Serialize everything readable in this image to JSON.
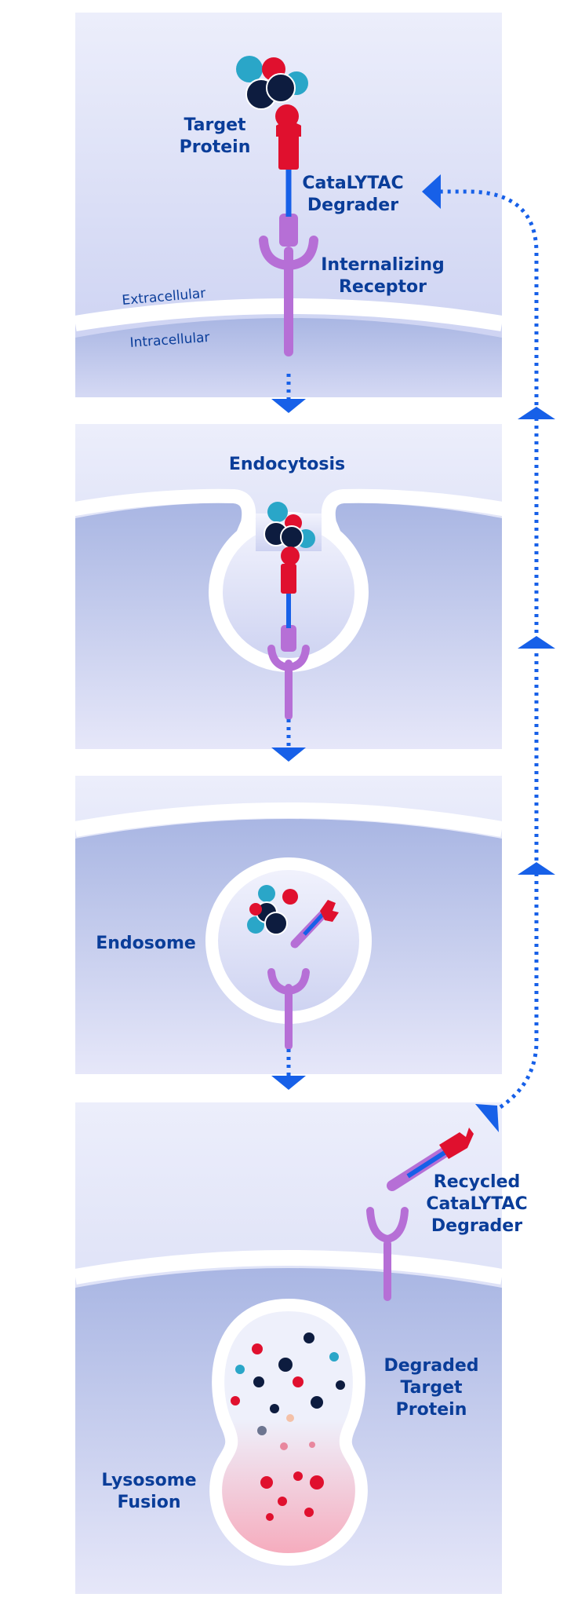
{
  "colors": {
    "accent_blue": "#1760e8",
    "label_blue": "#0a3d99",
    "receptor_purple": "#b66fd6",
    "target_red": "#e0102e",
    "target_navy": "#0d1c3f",
    "target_teal": "#2aa6c8",
    "panel_light": "#e3e5f8",
    "intracellular": "#aebce6",
    "lysosome_pink": "#f7b6c3"
  },
  "labels": {
    "target_protein": [
      "Target",
      "Protein"
    ],
    "degrader": [
      "CataLYTAC",
      "Degrader"
    ],
    "receptor": [
      "Internalizing",
      "Receptor"
    ],
    "extracellular": "Extracellular",
    "intracellular": "Intracellular",
    "endocytosis": "Endocytosis",
    "endosome": "Endosome",
    "recycled": [
      "Recycled",
      "CataLYTAC",
      "Degrader"
    ],
    "degraded": [
      "Degraded",
      "Target",
      "Protein"
    ],
    "lysosome": [
      "Lysosome",
      "Fusion"
    ]
  }
}
